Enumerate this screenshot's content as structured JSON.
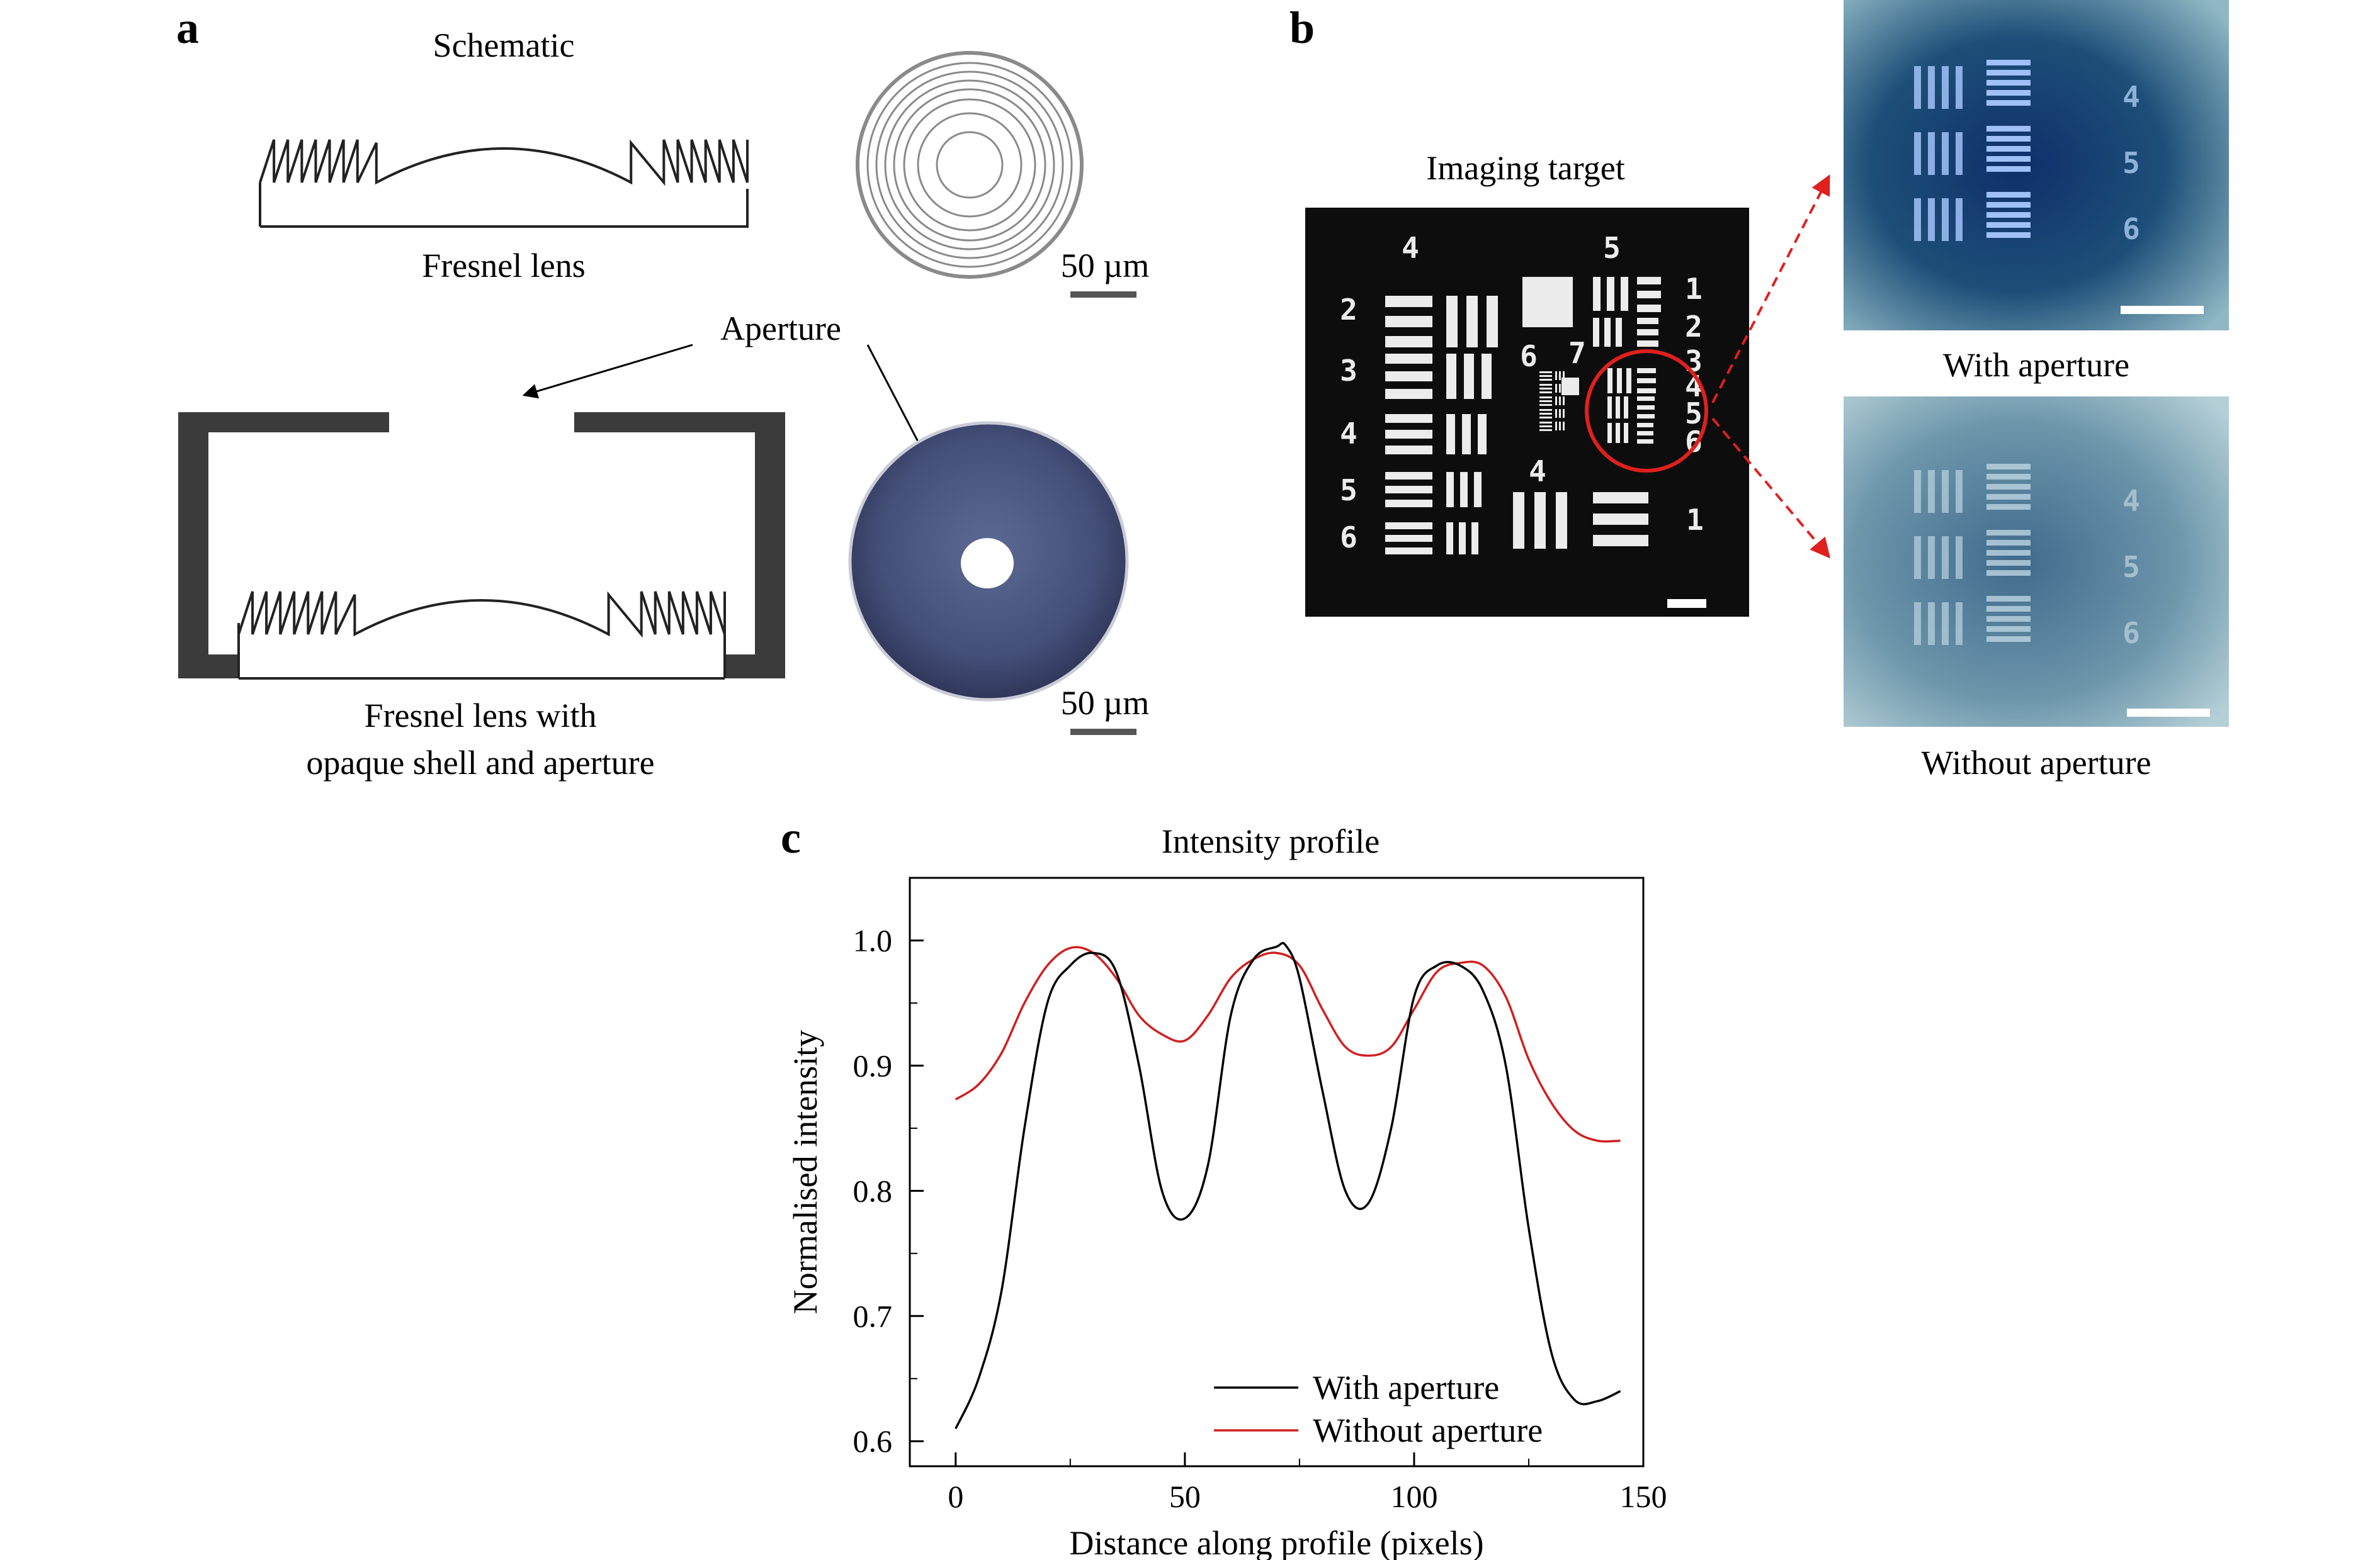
{
  "panels": {
    "a": {
      "label": "a",
      "schematic_title": "Schematic",
      "fresnel_caption": "Fresnel lens",
      "aperture_label": "Aperture",
      "shell_caption_line1": "Fresnel lens with",
      "shell_caption_line2": "opaque shell and aperture",
      "scale_top": "50 µm",
      "scale_bottom": "50 µm"
    },
    "b": {
      "label": "b",
      "target_title": "Imaging target",
      "with_caption": "With aperture",
      "without_caption": "Without aperture",
      "target_numbers": {
        "g4": "4",
        "g5": "5",
        "left": [
          "2",
          "3",
          "4",
          "5",
          "6"
        ],
        "right": [
          "1",
          "2",
          "3",
          "4",
          "5",
          "6"
        ],
        "inner": [
          "6",
          "7"
        ],
        "mid4": "4",
        "right1": "1"
      },
      "crop_numbers": [
        "4",
        "5",
        "6"
      ],
      "colors": {
        "highlight": "#e0201e",
        "target_bg": "#0d0d0d",
        "crop_bg": "#1a4f70",
        "crop_bg_faded": "#5e8aa1"
      }
    },
    "c": {
      "label": "c",
      "title": "Intensity profile",
      "chart_data": {
        "type": "line",
        "title": "Intensity profile",
        "xlabel": "Distance along profile (pixels)",
        "ylabel": "Normalised intensity",
        "xlim": [
          -10,
          150
        ],
        "ylim": [
          0.58,
          1.05
        ],
        "xticks": [
          0,
          50,
          100,
          150
        ],
        "yticks": [
          0.6,
          0.7,
          0.8,
          0.9,
          1.0
        ],
        "ytick_labels": [
          "0.6",
          "0.7",
          "0.8",
          "0.9",
          "1.0"
        ],
        "legend_position": "bottom-right",
        "grid": false,
        "series": [
          {
            "name": "With aperture",
            "color": "#000000",
            "x": [
              0,
              5,
              10,
              15,
              20,
              25,
              30,
              35,
              40,
              45,
              50,
              55,
              60,
              65,
              70,
              72,
              75,
              80,
              85,
              90,
              95,
              100,
              105,
              110,
              115,
              120,
              125,
              130,
              135,
              140,
              145
            ],
            "y": [
              0.61,
              0.65,
              0.72,
              0.85,
              0.95,
              0.98,
              0.99,
              0.975,
              0.9,
              0.8,
              0.778,
              0.82,
              0.94,
              0.985,
              0.995,
              0.996,
              0.97,
              0.88,
              0.8,
              0.79,
              0.85,
              0.955,
              0.98,
              0.98,
              0.96,
              0.9,
              0.77,
              0.67,
              0.633,
              0.632,
              0.64
            ]
          },
          {
            "name": "Without aperture",
            "color": "#d11f1f",
            "x": [
              0,
              5,
              10,
              15,
              20,
              25,
              30,
              35,
              40,
              45,
              50,
              55,
              60,
              65,
              70,
              75,
              80,
              85,
              90,
              95,
              100,
              105,
              110,
              115,
              120,
              125,
              130,
              135,
              140,
              145
            ],
            "y": [
              0.873,
              0.885,
              0.91,
              0.95,
              0.98,
              0.994,
              0.99,
              0.97,
              0.94,
              0.925,
              0.92,
              0.94,
              0.97,
              0.985,
              0.99,
              0.98,
              0.945,
              0.915,
              0.908,
              0.915,
              0.945,
              0.975,
              0.982,
              0.98,
              0.955,
              0.905,
              0.87,
              0.848,
              0.84,
              0.84
            ]
          }
        ]
      }
    }
  }
}
